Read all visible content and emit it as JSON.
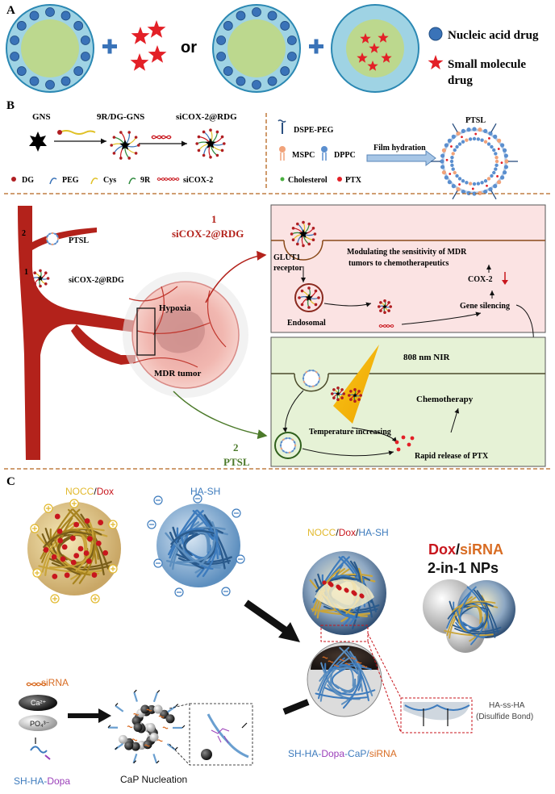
{
  "panels": {
    "a": {
      "label": "A",
      "or_text": "or",
      "legend": [
        {
          "label_line1": "Nucleic acid drug",
          "label_line2": ""
        },
        {
          "label_line1": "Small molecule",
          "label_line2": "drug"
        }
      ]
    },
    "b": {
      "label": "B",
      "gns": "GNS",
      "dg_gns": "9R/DG-GNS",
      "sicox_rdg": "siCOX-2@RDG",
      "legend": [
        "DG",
        "PEG",
        "Cys",
        "9R",
        "siCOX-2"
      ],
      "dspe_peg": "DSPE-PEG",
      "mspc": "MSPC",
      "dppc": "DPPC",
      "film_hydration": "Film hydration",
      "ptsl_title": "PTSL",
      "cholesterol": "Cholesterol",
      "ptx": "PTX",
      "route1_num": "1",
      "route1_name": "siCOX-2@RDG",
      "route2_num": "2",
      "route2_name": "PTSL",
      "vessel_ptsl": "PTSL",
      "vessel_rdg": "siCOX-2@RDG",
      "vessel_num1": "1",
      "vessel_num2": "2",
      "hypoxia": "Hypoxia",
      "mdr_tumor": "MDR tumor",
      "glut1_line1": "GLUT1",
      "glut1_line2": "receptor",
      "modulating_line1": "Modulating the sensitivity of MDR",
      "modulating_line2": "tumors to chemotherapeutics",
      "cox2": "COX-2",
      "endosomal": "Endosomal",
      "gene_silencing": "Gene silencing",
      "nir": "808 nm NIR",
      "chemotherapy": "Chemotherapy",
      "temperature": "Temperature increasing",
      "rapid_release": "Rapid release of PTX"
    },
    "c": {
      "label": "C",
      "nocc_dox": [
        "NOCC",
        "/",
        "Dox"
      ],
      "ha_sh": "HA-SH",
      "combined": [
        "NOCC",
        "/",
        "Dox",
        "/",
        "HA-SH"
      ],
      "two_in_one_l1": [
        "Dox",
        "/",
        "siRNA"
      ],
      "two_in_one_l2": "2-in-1 NPs",
      "sirna": "siRNA",
      "ca": "Ca²⁺",
      "po4": "PO₄³⁻",
      "sh_ha_dopa": [
        "SH-HA-",
        "Dopa"
      ],
      "cap_nucleation": "CaP Nucleation",
      "ha_ss_ha": "HA-ss-HA",
      "disulfide": "(Disulfide Bond)",
      "bottom_label": [
        "SH-HA-",
        "Dopa",
        "-CaP/",
        "siRNA"
      ]
    }
  },
  "colors": {
    "nucleic": "#3a73b8",
    "star": "#e32027",
    "shell": "#9fd3e4",
    "core": "#bcd88e",
    "vessel": "#b3221b",
    "route1": "#b3221b",
    "route2": "#4c7a2a",
    "pinkbox": "#fbe3e3",
    "greenbox": "#e6f2d6",
    "nocc": "#e2b92d",
    "dox": "#c8161d",
    "ha": "#3d7bbd",
    "dopa": "#9b3fb9",
    "sirna": "#d86c23"
  },
  "icons": [
    "plus-icon",
    "star-icon",
    "blue-dot-icon",
    "gold-nanostar-icon",
    "arrow-icon",
    "liposome-icon",
    "tumor-icon",
    "nir-beam-icon",
    "nanoparticle-icon"
  ]
}
